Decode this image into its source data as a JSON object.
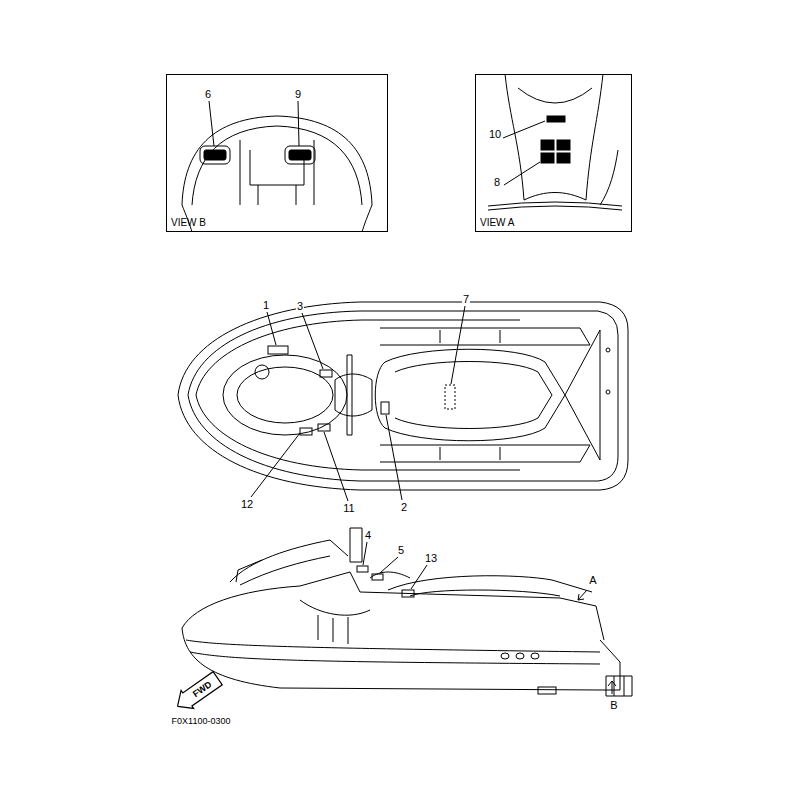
{
  "diagram": {
    "nodes": [
      {
        "text": [
          "VIEW B"
        ]
      },
      {
        "text": [
          "VIEW A"
        ]
      },
      {
        "text": [
          "FWD"
        ]
      }
    ],
    "labels": [
      "6",
      "9",
      "10",
      "8",
      "1",
      "3",
      "7",
      "12",
      "11",
      "2",
      "4",
      "5",
      "13",
      "A",
      "B",
      "F0X1100-0300"
    ]
  }
}
